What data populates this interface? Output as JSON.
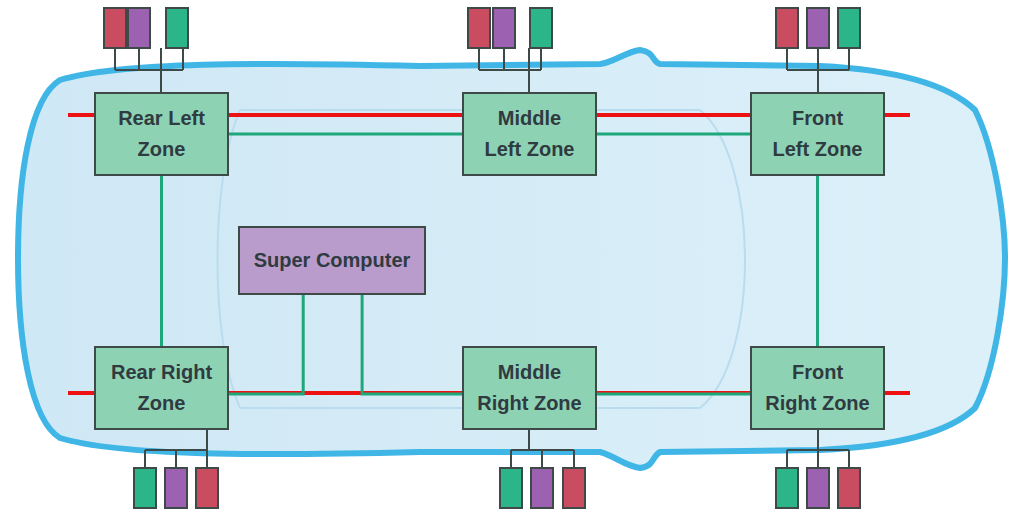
{
  "diagram": {
    "nodes": [
      {
        "text": [
          "Rear Left Zone"
        ]
      },
      {
        "text": [
          "Middle Left Zone"
        ]
      },
      {
        "text": [
          "Front Left Zone"
        ]
      },
      {
        "text": [
          "Super Computer"
        ]
      },
      {
        "text": [
          "Rear Right Zone"
        ]
      },
      {
        "text": [
          "Middle Right Zone"
        ]
      },
      {
        "text": [
          "Front Right Zone"
        ]
      }
    ],
    "edges": [
      {
        "from": 0,
        "to": 1,
        "arrow": "none"
      },
      {
        "from": 1,
        "to": 2,
        "arrow": "none"
      },
      {
        "from": 0,
        "to": 4,
        "arrow": "none"
      },
      {
        "from": 2,
        "to": 6,
        "arrow": "none"
      },
      {
        "from": 3,
        "to": 4,
        "arrow": "none"
      },
      {
        "from": 3,
        "to": 5,
        "arrow": "none"
      },
      {
        "from": 5,
        "to": 6,
        "arrow": "none"
      }
    ]
  }
}
